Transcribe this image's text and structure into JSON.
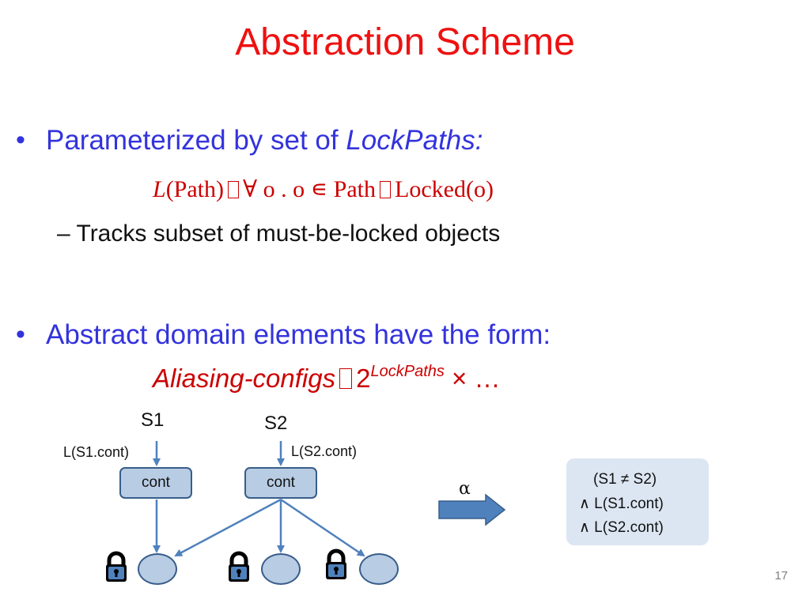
{
  "slide": {
    "title": "Abstraction Scheme",
    "page_number": "17",
    "bullets": [
      {
        "marker": "•",
        "text": "Parameterized by set of ",
        "emphasis": "LockPaths:"
      },
      {
        "marker": "•",
        "text": "Abstract domain elements have the form:"
      }
    ],
    "formula": {
      "L": "L",
      "lhs": "(Path)",
      "forall": "∀",
      "middle": "o . o ∊ Path",
      "rhs": "Locked(o)"
    },
    "sub_bullet": "– Tracks subset of must-be-locked objects",
    "aliasing": {
      "term": "Aliasing-configs",
      "base": "2",
      "superscript": "LockPaths",
      "tail": " × …"
    }
  },
  "diagram": {
    "s1_label": "S1",
    "s2_label": "S2",
    "l1_label": "L(S1.cont)",
    "l2_label": "L(S2.cont)",
    "cont1_label": "cont",
    "cont2_label": "cont",
    "alpha_label": "α",
    "abstract_state": {
      "line1": "(S1 ≠ S2)",
      "line2": "∧ L(S1.cont)",
      "line3": "∧ L(S2.cont)"
    },
    "colors": {
      "node_fill": "#b8cce4",
      "node_border": "#385d8a",
      "arrow": "#4f81bd",
      "state_box": "#dce6f2"
    }
  }
}
